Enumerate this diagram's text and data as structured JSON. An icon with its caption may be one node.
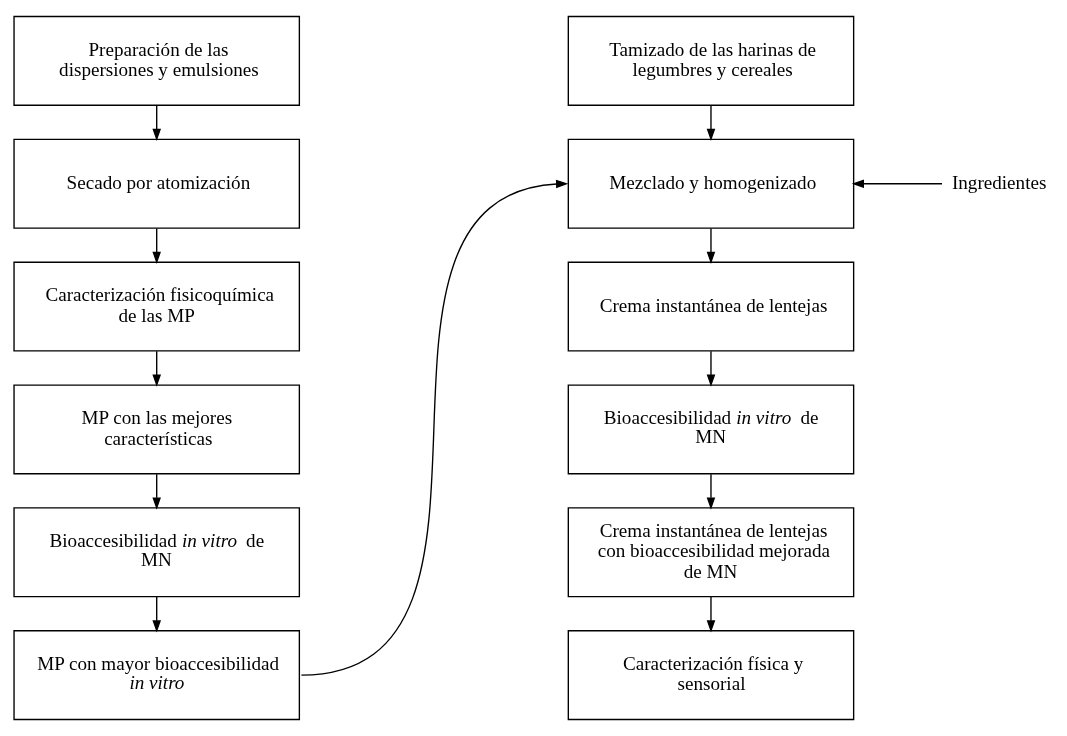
{
  "diagram": {
    "nodes": [
      {
        "text": [
          "Preparación de las dispersiones y emulsiones"
        ]
      },
      {
        "text": [
          "Secado por atomización"
        ]
      },
      {
        "text": [
          "Caracterización fisicoquímica de las MP"
        ]
      },
      {
        "text": [
          "MP con las mejores características"
        ]
      },
      {
        "text": [
          "Bioaccesibilidad *in vitro* de MN"
        ]
      },
      {
        "text": [
          "MP con mayor bioaccesibilidad *in vitro*"
        ]
      },
      {
        "text": [
          "Tamizado de las harinas de legumbres y cereales"
        ]
      },
      {
        "text": [
          "Mezclado y homogenizado"
        ]
      },
      {
        "text": [
          "Crema instantánea de lentejas"
        ]
      },
      {
        "text": [
          "Bioaccesibilidad *in vitro* de MN"
        ]
      },
      {
        "text": [
          "Crema instantánea de lentejas con bioaccesibilidad mejorada de MN"
        ]
      },
      {
        "text": [
          "Caracterización física y sensorial"
        ]
      },
      {
        "text": [
          "Ingredientes"
        ]
      }
    ],
    "edges": [
      {
        "from": 0,
        "to": 1,
        "arrow": "to"
      },
      {
        "from": 1,
        "to": 2,
        "arrow": "to"
      },
      {
        "from": 2,
        "to": 3,
        "arrow": "to"
      },
      {
        "from": 3,
        "to": 4,
        "arrow": "to"
      },
      {
        "from": 4,
        "to": 5,
        "arrow": "to"
      },
      {
        "from": 5,
        "to": 7,
        "arrow": "to"
      },
      {
        "from": 6,
        "to": 7,
        "arrow": "to"
      },
      {
        "from": 12,
        "to": 7,
        "arrow": "to"
      },
      {
        "from": 7,
        "to": 8,
        "arrow": "to"
      },
      {
        "from": 8,
        "to": 9,
        "arrow": "to"
      },
      {
        "from": 9,
        "to": 10,
        "arrow": "to"
      },
      {
        "from": 10,
        "to": 11,
        "arrow": "to"
      }
    ]
  }
}
